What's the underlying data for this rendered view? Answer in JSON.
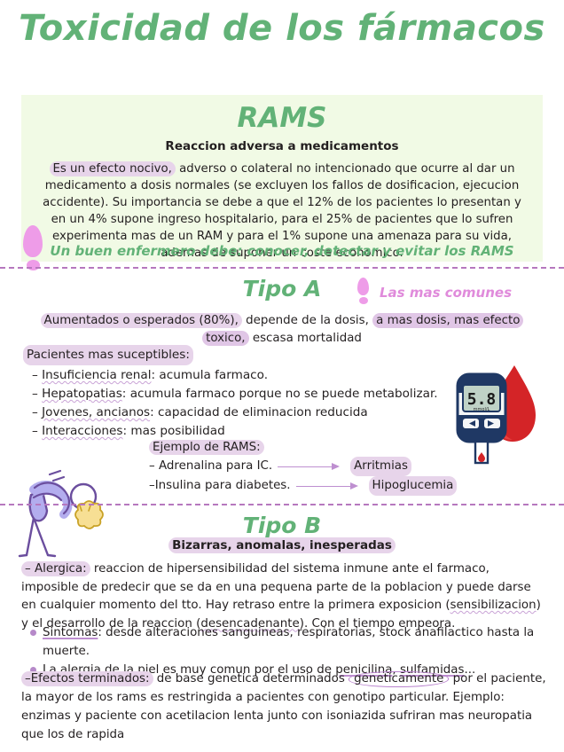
{
  "document": {
    "title": "Toxicidad de los fármacos"
  },
  "colors": {
    "green": "#62B277",
    "green_panel_bg": "#F1FAE5",
    "pink": "#EE9CE8",
    "pink_text": "#E08BDB",
    "highlight": "#E7D4EA",
    "highlight_strong": "#E0C6E6",
    "purple_line": "#B678BE",
    "ink": "#231f20"
  },
  "rams": {
    "heading": "RAMS",
    "subtitle": "Reaccion adversa a medicamentos",
    "body_highlight": "Es un efecto nocivo,",
    "body_rest": " adverso o colateral no intencionado que ocurre al dar un medicamento a dosis normales (se excluyen los fallos de dosificacion, ejecucion accidente).",
    "body_line2": "Su importancia se debe a que el 12% de los pacientes lo presentan y en un 4% supone ingreso hospitalario, para el 25% de pacientes que lo sufren experimenta mas de un RAM y para el 1% supone una amenaza para su vida, ademas de suponer un coste economico.",
    "footer": "Un buen enfermero debe: conocer, detectar y evitar los RAMS"
  },
  "tipo_a": {
    "heading": "Tipo A",
    "note": "Las mas comunes",
    "lead_part1": "Aumentados o esperados (80%),",
    "lead_part2": " depende de la dosis, ",
    "lead_part3": "a mas dosis, mas efecto toxico,",
    "lead_part4": " escasa mortalidad",
    "list_title": "Pacientes mas suceptibles:",
    "items": [
      {
        "dash": "–",
        "keyword": "Insuficiencia renal",
        "rest": ": acumula farmaco."
      },
      {
        "dash": "–",
        "keyword": "Hepatopatias",
        "rest": ": acumula farmaco porque no se puede metabolizar."
      },
      {
        "dash": "–",
        "keyword": "Jovenes, ancianos",
        "rest": ": capacidad de eliminacion reducida"
      },
      {
        "dash": "–",
        "keyword": "Interacciones",
        "rest": ": mas posibilidad"
      }
    ],
    "example_title": "Ejemplo de RAMS:",
    "examples": [
      {
        "cause": "– Adrenalina para IC.",
        "effect": "Arritmias"
      },
      {
        "cause": "–Insulina para diabetes.",
        "effect": "Hipoglucemia"
      }
    ]
  },
  "tipo_b": {
    "heading": "Tipo B",
    "subtitle": "Bizarras, anomalas, inesperadas",
    "para1_keyword": "– Alergica:",
    "para1_a": " reaccion de hipersensibilidad del sistema inmune ante el farmaco, imposible de predecir que se da en una pequena parte de la poblacion y puede darse en cualquier momento del tto. Hay retraso entre la primera exposicion (",
    "para1_squiggle": "sensibilizacion",
    "para1_b": ") y el desarrollo de la reaccion (",
    "para1_squiggle2": "desencadenante",
    "para1_c": "). Con el tiempo empeora.",
    "bullets": [
      {
        "keyword": "Sintomas",
        "rest": ": desde alteraciones sanguineas, respiratorias, stock anafilactico hasta la muerte."
      },
      {
        "pre": "La alergia de la piel es muy comun por el uso de ",
        "u1": "penicilina",
        "mid": ", ",
        "u2": "sulfamidas",
        "post": "..."
      }
    ],
    "para2_keyword": "–Efectos terminados:",
    "para2_a": " de base genetica determinados ",
    "para2_circled": "geneticamente",
    "para2_b": " por el paciente, la mayor de los rams es restringida a pacientes con genotipo particular. Ejemplo: enzimas y paciente con acetilacion lenta junto con isoniazida sufriran mas neuropatia que los de rapida"
  },
  "illustrations": {
    "glucometer": {
      "name": "glucometer-icon",
      "reading": "5.8",
      "unit": "mmol/L"
    },
    "sneezing_person": {
      "name": "sneezing-person-icon"
    }
  }
}
